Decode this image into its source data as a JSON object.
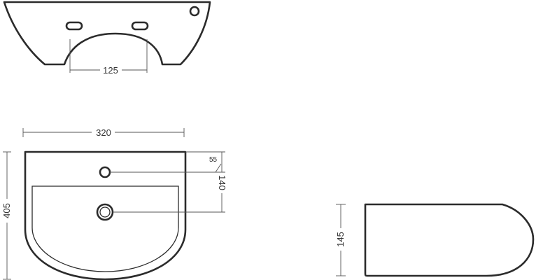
{
  "dimensions": {
    "back_hole_spacing": "125",
    "width": "320",
    "depth": "405",
    "tap_hole_offset": "55",
    "tap_to_waste": "140",
    "height": "145"
  },
  "colors": {
    "line": "#2b2b2b",
    "dimension_line": "#555555",
    "background": "#ffffff"
  }
}
